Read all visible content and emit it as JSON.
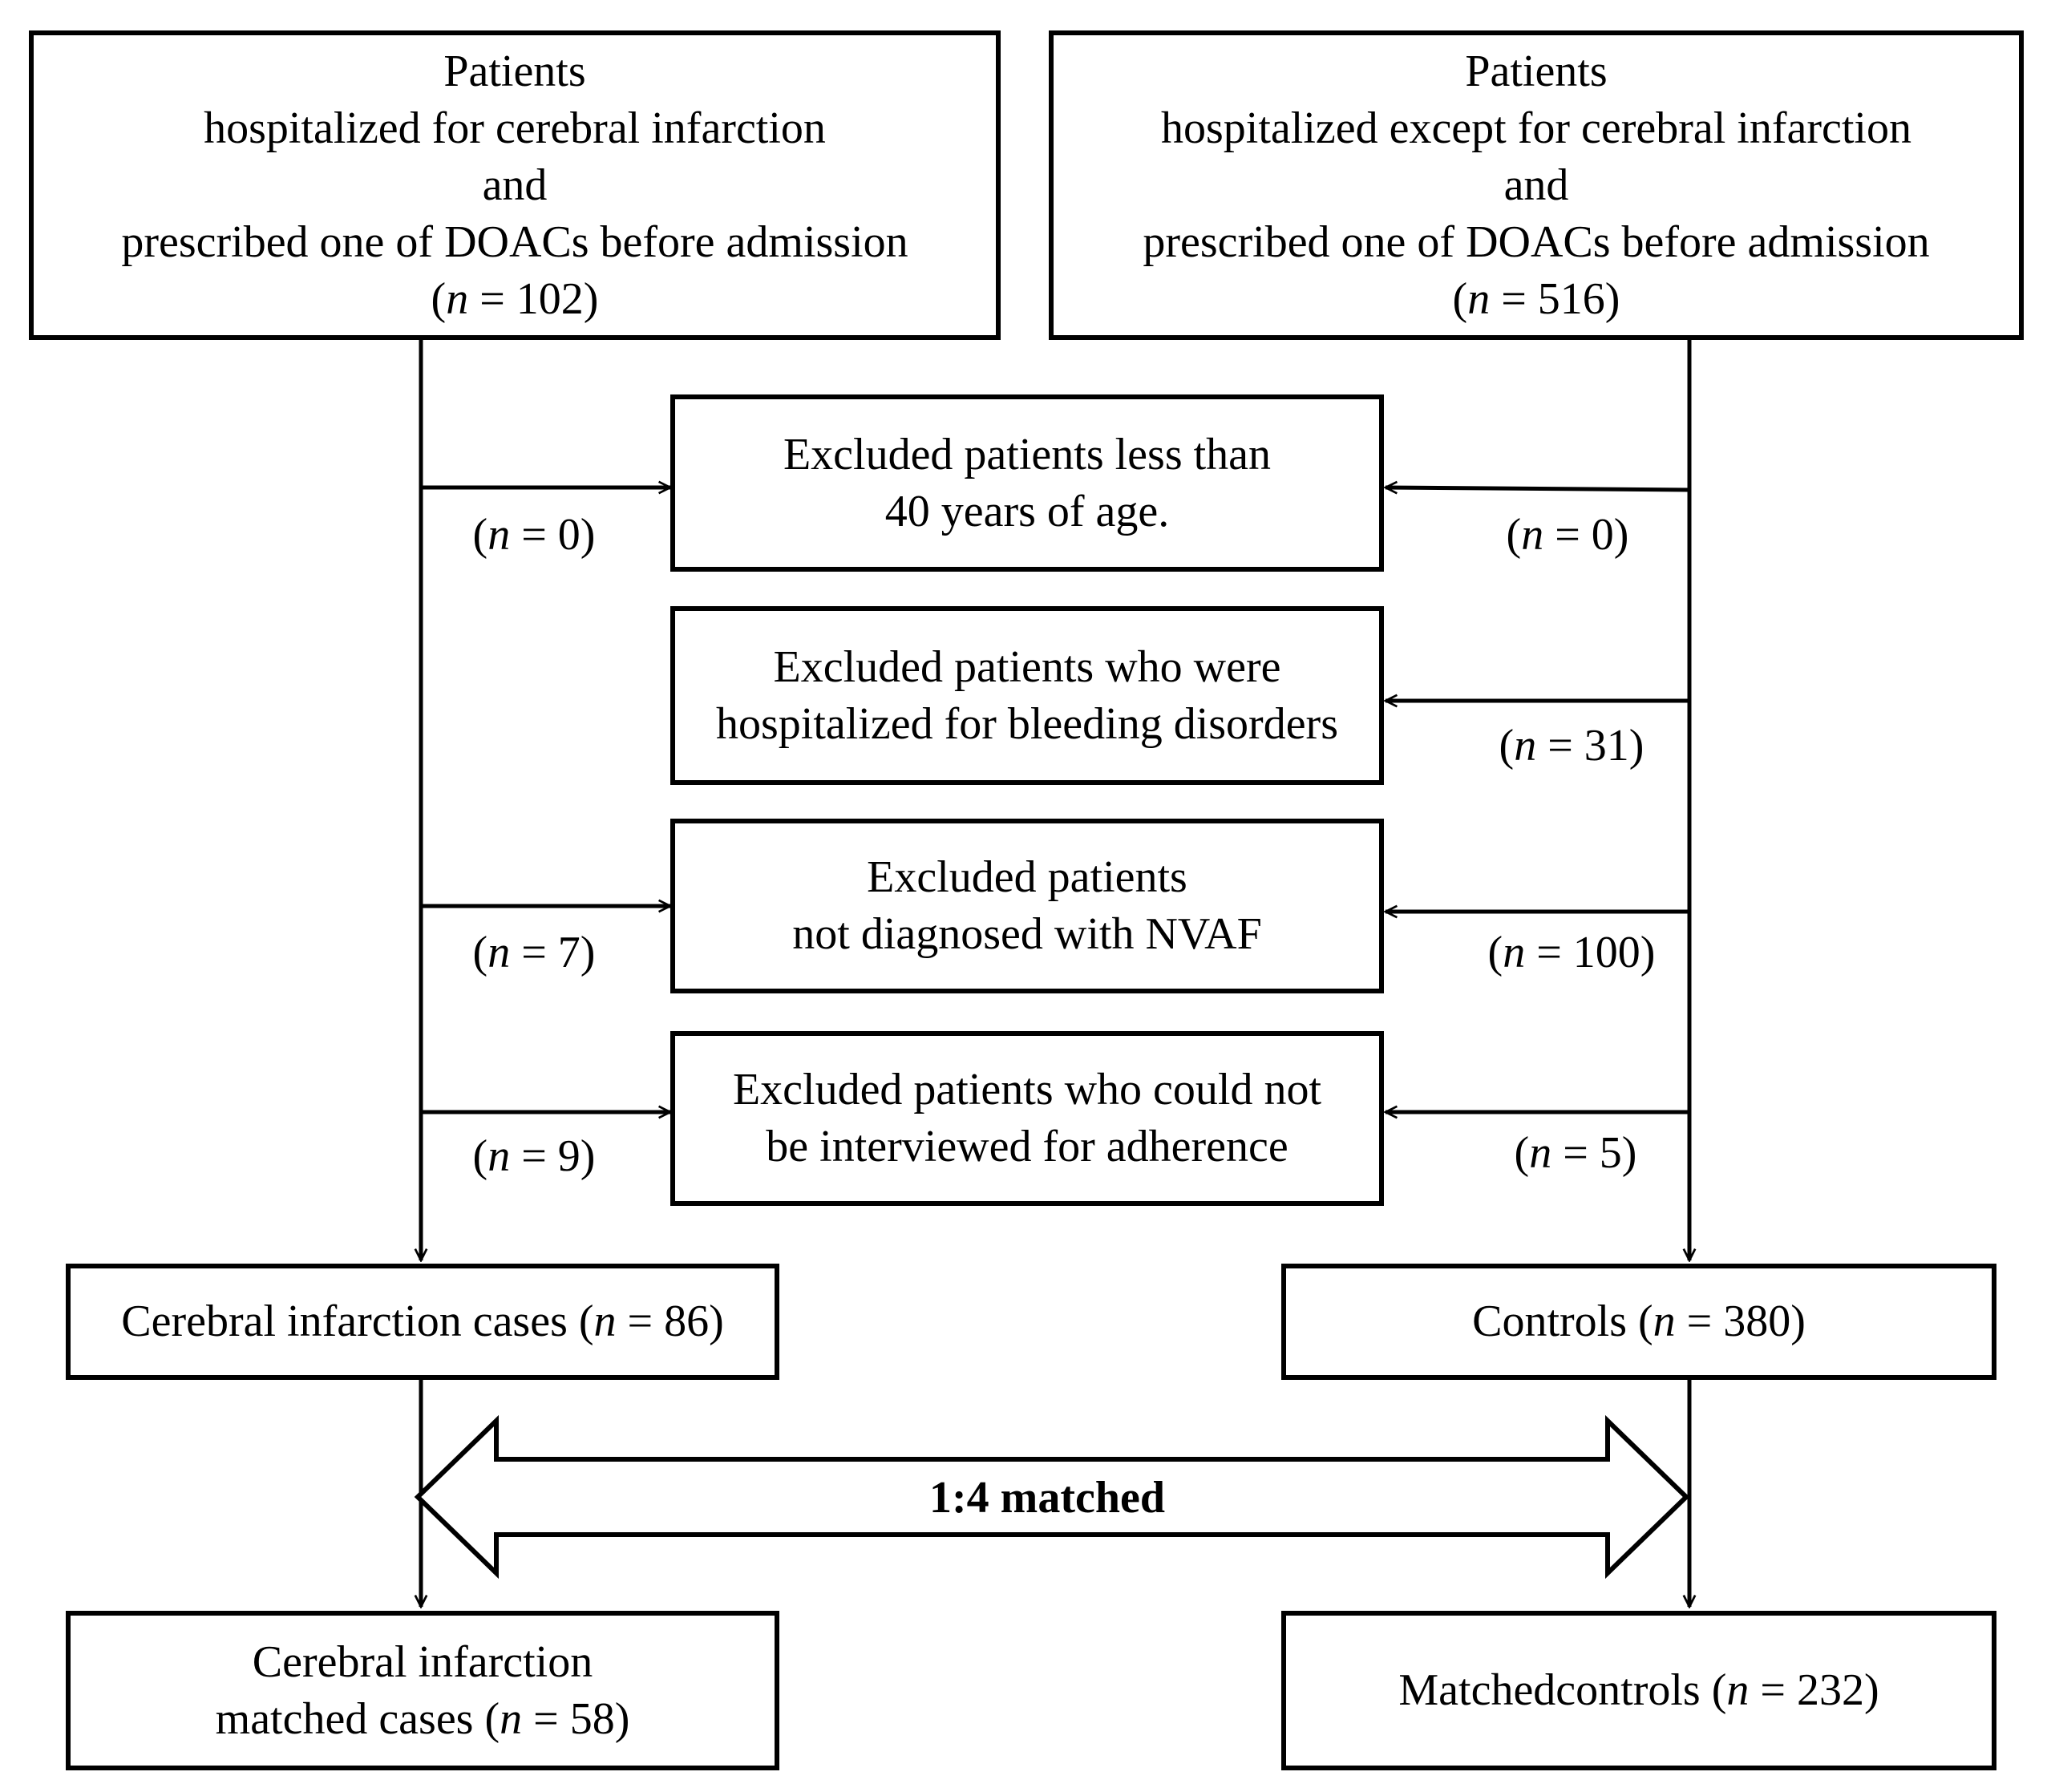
{
  "nodes": {
    "top_left": {
      "lines": [
        "Patients",
        "hospitalized for cerebral infarction",
        "and",
        "prescribed one of DOACs before admission"
      ],
      "count_open": "(",
      "n_symbol": "n",
      "count_rest": " = 102)"
    },
    "top_right": {
      "lines": [
        "Patients",
        "hospitalized except for cerebral infarction",
        "and",
        "prescribed one of DOACs before admission"
      ],
      "count_open": "(",
      "n_symbol": "n",
      "count_rest": " = 516)"
    },
    "excl_age": {
      "lines": [
        "Excluded patients less than",
        "40 years of age."
      ]
    },
    "excl_bleeding": {
      "lines": [
        "Excluded patients who were",
        "hospitalized for bleeding disorders"
      ]
    },
    "excl_nvaf": {
      "lines": [
        "Excluded patients",
        "not diagnosed with NVAF"
      ]
    },
    "excl_interview": {
      "lines": [
        "Excluded patients who could not",
        "be interviewed for adherence"
      ]
    },
    "cases": {
      "pre": "Cerebral infarction cases (",
      "n_symbol": "n",
      "post": " = 86)"
    },
    "controls": {
      "pre": "Controls (",
      "n_symbol": "n",
      "post": " = 380)"
    },
    "matched_cases": {
      "line1": "Cerebral infarction",
      "pre": "matched cases (",
      "n_symbol": "n",
      "post": " = 58)"
    },
    "matched_controls": {
      "pre": "Matchedcontrols (",
      "n_symbol": "n",
      "post": " = 232)"
    }
  },
  "exclusion_counts": {
    "left_age": {
      "open": "(",
      "n": "n",
      "rest": " = 0)"
    },
    "left_nvaf": {
      "open": "(",
      "n": "n",
      "rest": " = 7)"
    },
    "left_interview": {
      "open": "(",
      "n": "n",
      "rest": " = 9)"
    },
    "right_age": {
      "open": "(",
      "n": "n",
      "rest": " = 0)"
    },
    "right_bleeding": {
      "open": "(",
      "n": "n",
      "rest": " = 31)"
    },
    "right_nvaf": {
      "open": "(",
      "n": "n",
      "rest": " = 100)"
    },
    "right_interview": {
      "open": "(",
      "n": "n",
      "rest": " = 5)"
    }
  },
  "matching": {
    "label": "1:4 matched"
  }
}
